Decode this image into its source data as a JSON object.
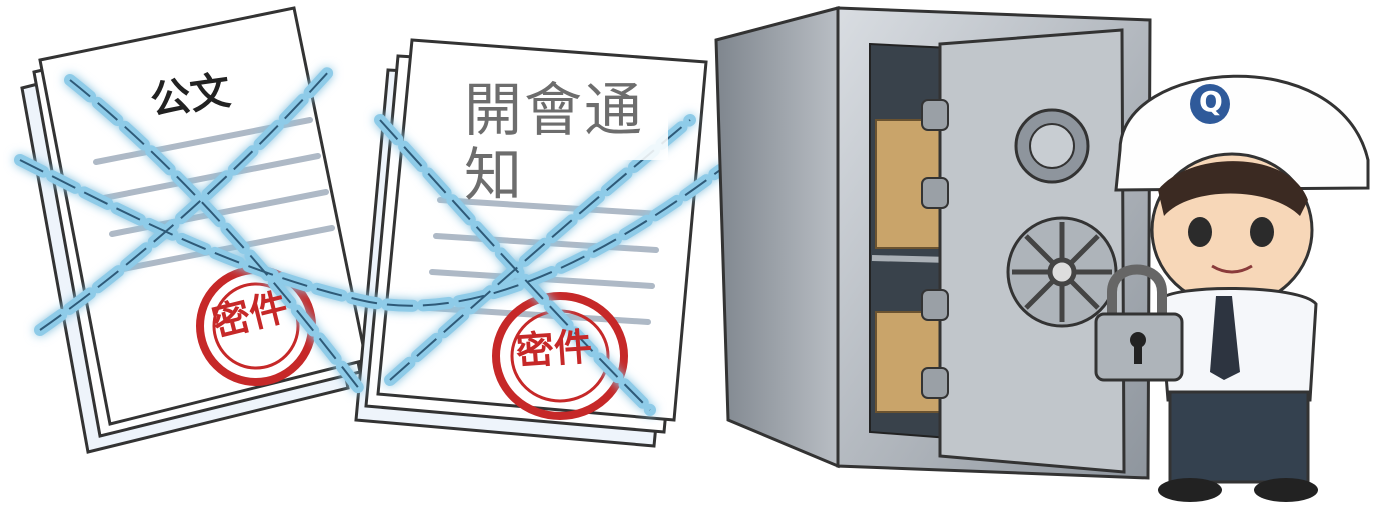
{
  "left_document": {
    "title": "公文",
    "stamp": "密件"
  },
  "right_document": {
    "stamp": "密件"
  },
  "overlay_caption": "開會通知",
  "helmet_badge": "Q",
  "colors": {
    "chain_blue": "#8ecbe8",
    "chain_glow": "#d8f2ff",
    "stamp_red": "#c62828",
    "safe_gray": "#9aa0a6",
    "safe_dark": "#6a7077",
    "box_brown": "#c9a46a",
    "officer_white": "#f5f7fa",
    "officer_navy": "#34414f",
    "helmet_white": "#fefefe"
  }
}
